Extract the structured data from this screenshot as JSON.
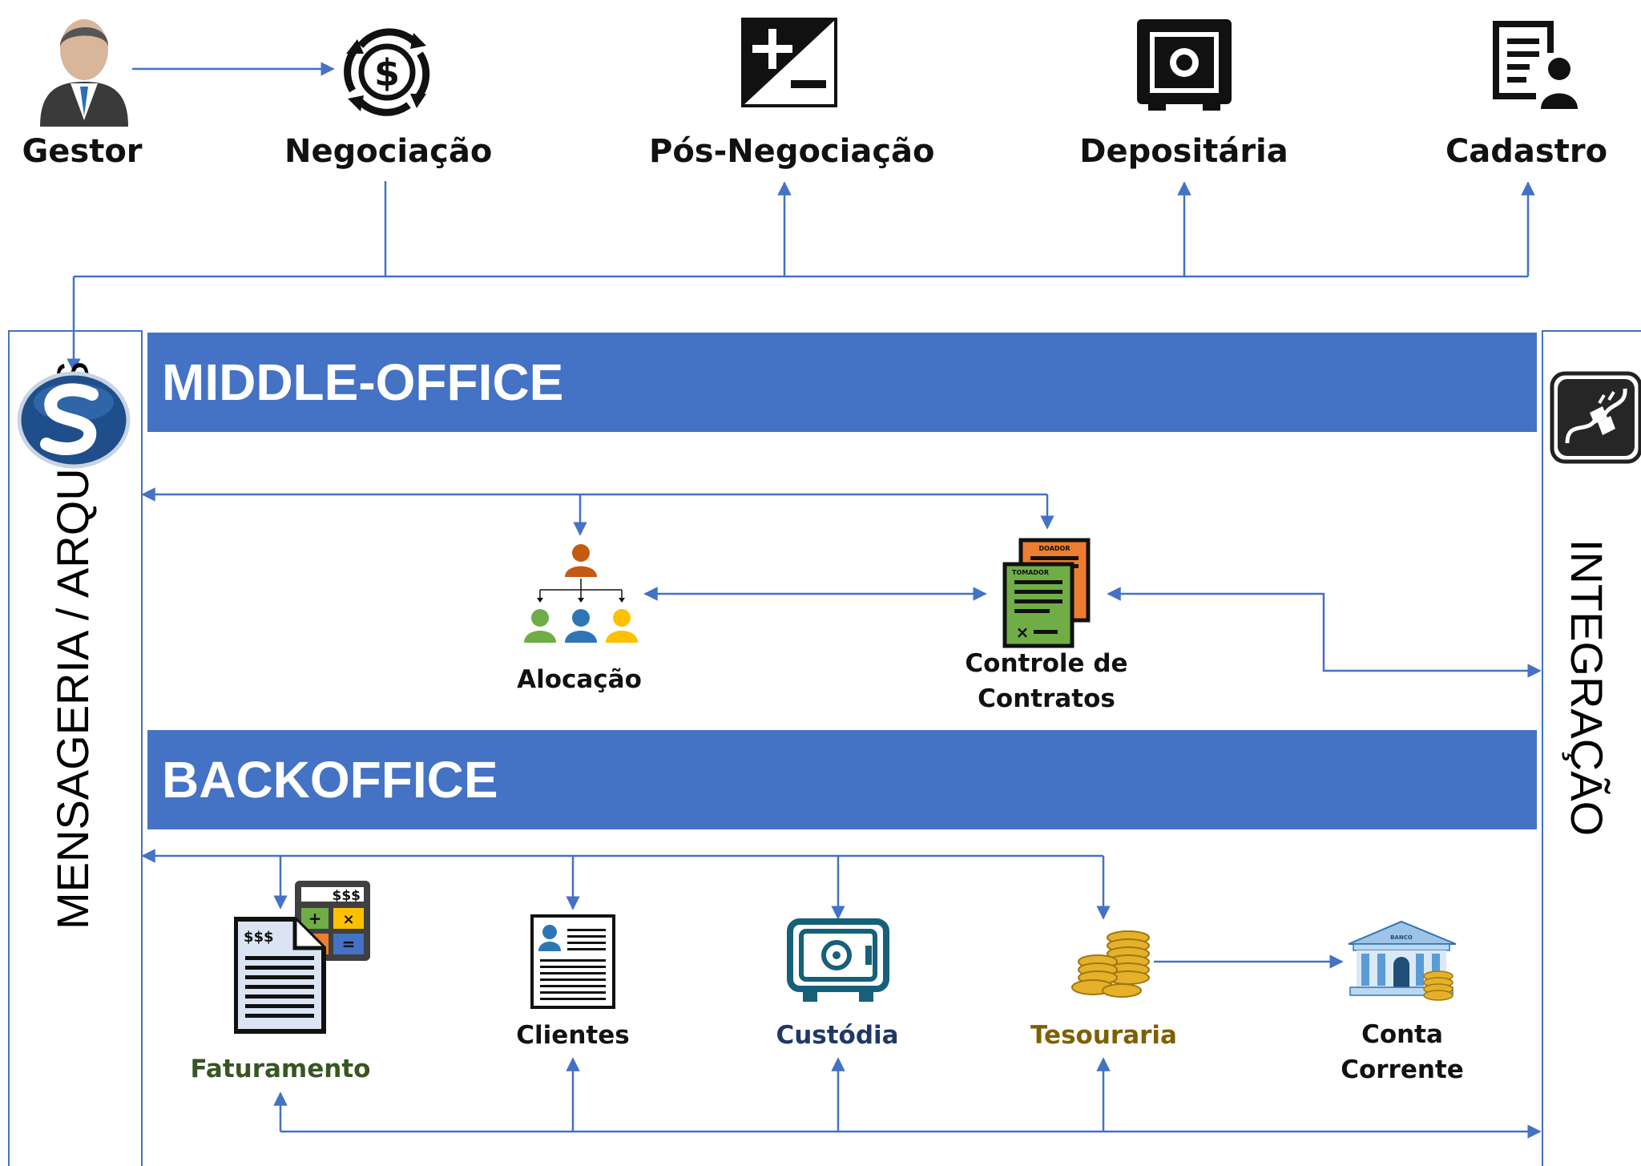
{
  "top_row": {
    "gestor": {
      "label": "Gestor",
      "icon": "manager-person-icon"
    },
    "negociacao": {
      "label": "Negociação",
      "icon": "dollar-cycle-icon"
    },
    "pos_negociacao": {
      "label": "Pós-Negociação",
      "icon": "plus-minus-icon"
    },
    "depositaria": {
      "label": "Depositária",
      "icon": "safe-icon"
    },
    "cadastro": {
      "label": "Cadastro",
      "icon": "registration-form-icon"
    }
  },
  "sides": {
    "left_label": "MENSAGERIA / ARQUIVOS",
    "left_icon": "s-logo-icon",
    "right_label": "INTEGRAÇÃO",
    "right_icon": "plug-icon"
  },
  "middle_office": {
    "title": "MIDDLE-OFFICE",
    "alocacao": {
      "label": "Alocação",
      "icon": "org-chart-people-icon"
    },
    "controle": {
      "label_line1": "Controle de",
      "label_line2": "Contratos",
      "icon": "contracts-documents-icon",
      "doc_back_label": "DOADOR",
      "doc_front_label": "TOMADOR"
    }
  },
  "backoffice": {
    "title": "BACKOFFICE",
    "faturamento": {
      "label": "Faturamento",
      "icon": "billing-calculator-icon",
      "money_text": "$$$"
    },
    "clientes": {
      "label": "Clientes",
      "icon": "client-file-icon"
    },
    "custodia": {
      "label": "Custódia",
      "icon": "vault-icon"
    },
    "tesouraria": {
      "label": "Tesouraria",
      "icon": "coins-stack-icon"
    },
    "conta_corrente": {
      "label_line1": "Conta",
      "label_line2": "Corrente",
      "icon": "bank-building-icon",
      "bank_sign": "BANCO"
    }
  },
  "colors": {
    "primary_blue": "#4472c4",
    "faturamento_green": "#375623",
    "custodia_navy": "#203864",
    "tesouraria_gold": "#7f6000"
  }
}
